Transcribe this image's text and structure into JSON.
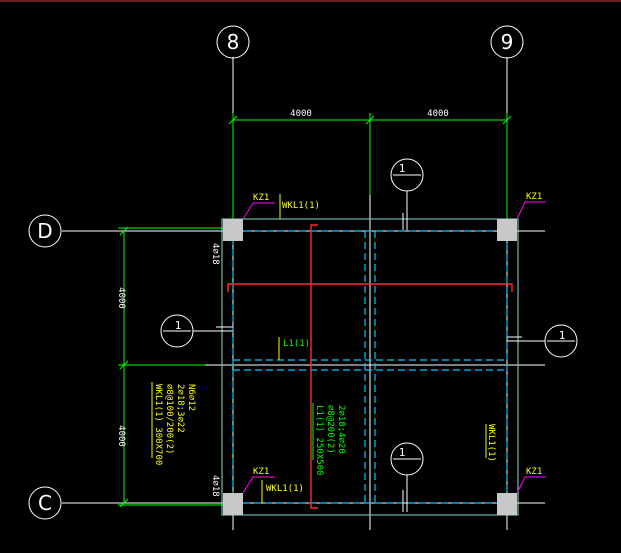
{
  "axes": {
    "col_left": "8",
    "col_right": "9",
    "row_top": "D",
    "row_bottom": "C"
  },
  "dims": {
    "top_left": "4000",
    "top_right": "4000",
    "side_upper": "4000",
    "side_lower": "4000"
  },
  "columns": {
    "tl": "KZ1",
    "tr": "KZ1",
    "bl": "KZ1",
    "br": "KZ1"
  },
  "beam_labels": {
    "wkl1_top": "WKL1(1)",
    "wkl1_bottom": "WKL1(1)",
    "wkl1_right": "WKL1(1)",
    "l1_short": "L1(1)",
    "rebar_top": "4⌀18",
    "rebar_bottom": "4⌀18"
  },
  "annotation_wkl": {
    "line1": "WKL1(1) 300X700",
    "line2": "⌀8@100/200(2)",
    "line3": "2⌀18;3⌀22",
    "line4": "N6⌀12"
  },
  "annotation_l1": {
    "line1": "L1(1) 250X500",
    "line2": "⌀8@200(2)",
    "line3": "2⌀18;4⌀20"
  },
  "sections": {
    "top": "1",
    "left": "1",
    "right": "1",
    "bottom": "1"
  },
  "colors": {
    "background": "#000000",
    "axis": "#ffffff",
    "dimension": "#00ff00",
    "dashed_beam": "#00c8ff",
    "red_beam": "#ff2a2a",
    "column_fill": "#c8c8c8",
    "label_yellow": "#ffff00",
    "leader_magenta": "#ff00ff",
    "slab_edge": "#8cd8d8",
    "top_rule": "#d04040"
  }
}
